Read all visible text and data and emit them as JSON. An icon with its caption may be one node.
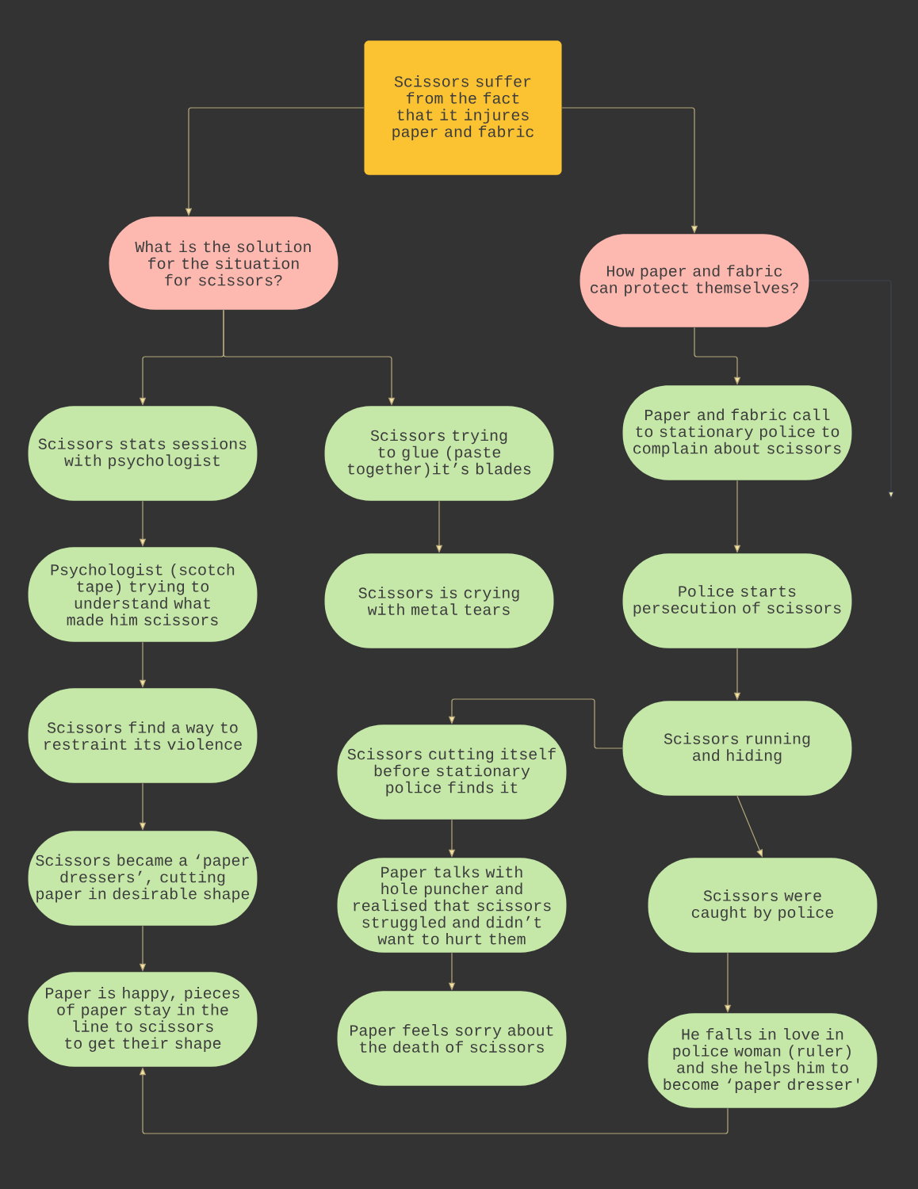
{
  "diagram": {
    "nodes": [
      {
        "text": [
          "Scissors suffer from the fact that it injures paper and fabric"
        ]
      },
      {
        "text": [
          "What is the solution for the situation for scissors?"
        ]
      },
      {
        "text": [
          "How paper and fabric can protect themselves?"
        ]
      },
      {
        "text": [
          "Scissors stats sessions with psychologist"
        ]
      },
      {
        "text": [
          "Scissors trying to glue (paste together)it’s blades"
        ]
      },
      {
        "text": [
          "Paper and fabric call to stationary police to complain about scissors"
        ]
      },
      {
        "text": [
          "Psychologist (scotch tape) trying to understand what made him scissors"
        ]
      },
      {
        "text": [
          "Scissors is crying with metal tears"
        ]
      },
      {
        "text": [
          "Police starts persecution of scissors"
        ]
      },
      {
        "text": [
          "Scissors find a way to restraint its violence"
        ]
      },
      {
        "text": [
          "Scissors cutting itself before stationary police finds it"
        ]
      },
      {
        "text": [
          "Scissors running and hiding"
        ]
      },
      {
        "text": [
          "Scissors became a ‘paper dressers’, cutting paper in desirable shape"
        ]
      },
      {
        "text": [
          "Paper talks with hole puncher and realised that scissors struggled and didn’t want to hurt them"
        ]
      },
      {
        "text": [
          "Scissors were caught by police"
        ]
      },
      {
        "text": [
          "Paper is happy, pieces of paper stay in the line to scissors to get their shape"
        ]
      },
      {
        "text": [
          "Paper feels sorry about the death of scissors"
        ]
      },
      {
        "text": [
          "He falls in love in police woman (ruler) and she helps him to become ‘paper dresser'"
        ]
      }
    ],
    "edges": [
      {
        "from": 0,
        "to": 1,
        "arrow": "to"
      },
      {
        "from": 0,
        "to": 2,
        "arrow": "to"
      },
      {
        "from": 1,
        "to": 3,
        "arrow": "to"
      },
      {
        "from": 1,
        "to": 4,
        "arrow": "to"
      },
      {
        "from": 2,
        "to": 5,
        "arrow": "to"
      },
      {
        "from": 3,
        "to": 6,
        "arrow": "to"
      },
      {
        "from": 6,
        "to": 9,
        "arrow": "to"
      },
      {
        "from": 9,
        "to": 12,
        "arrow": "to"
      },
      {
        "from": 12,
        "to": 15,
        "arrow": "to"
      },
      {
        "from": 4,
        "to": 7,
        "arrow": "to"
      },
      {
        "from": 5,
        "to": 8,
        "arrow": "to"
      },
      {
        "from": 8,
        "to": 11,
        "arrow": "to"
      },
      {
        "from": 11,
        "to": 10,
        "arrow": "to"
      },
      {
        "from": 10,
        "to": 13,
        "arrow": "to"
      },
      {
        "from": 13,
        "to": 16,
        "arrow": "to"
      },
      {
        "from": 11,
        "to": 14,
        "arrow": "to"
      },
      {
        "from": 14,
        "to": 17,
        "arrow": "to"
      },
      {
        "from": 17,
        "to": 15,
        "arrow": "to"
      },
      {
        "from": 2,
        "to": null,
        "arrow": "to",
        "color": "#3b4452"
      }
    ]
  }
}
